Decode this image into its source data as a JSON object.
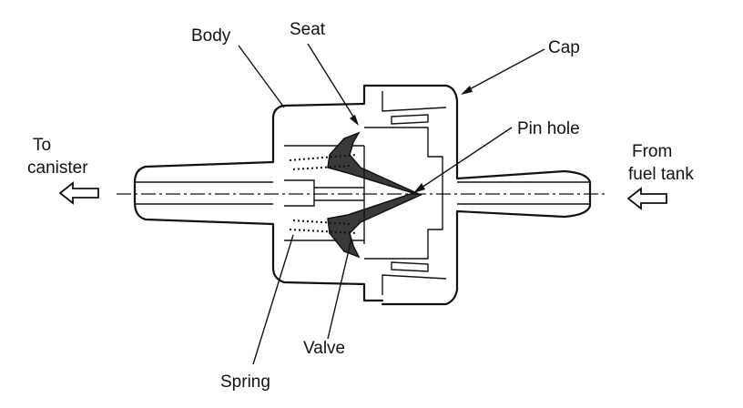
{
  "labels": {
    "body": "Body",
    "seat": "Seat",
    "cap": "Cap",
    "pin_hole": "Pin hole",
    "to_canister_line1": "To",
    "to_canister_line2": "canister",
    "from_fuel_tank_line1": "From",
    "from_fuel_tank_line2": "fuel tank",
    "spring": "Spring",
    "valve": "Valve"
  },
  "flow": {
    "outlet_arrow_icon": "hollow-arrow-left-icon",
    "inlet_arrow_icon": "hollow-arrow-left-icon"
  },
  "colors": {
    "line": "#111111",
    "rubber": "#3a3a3a",
    "background": "#ffffff"
  }
}
